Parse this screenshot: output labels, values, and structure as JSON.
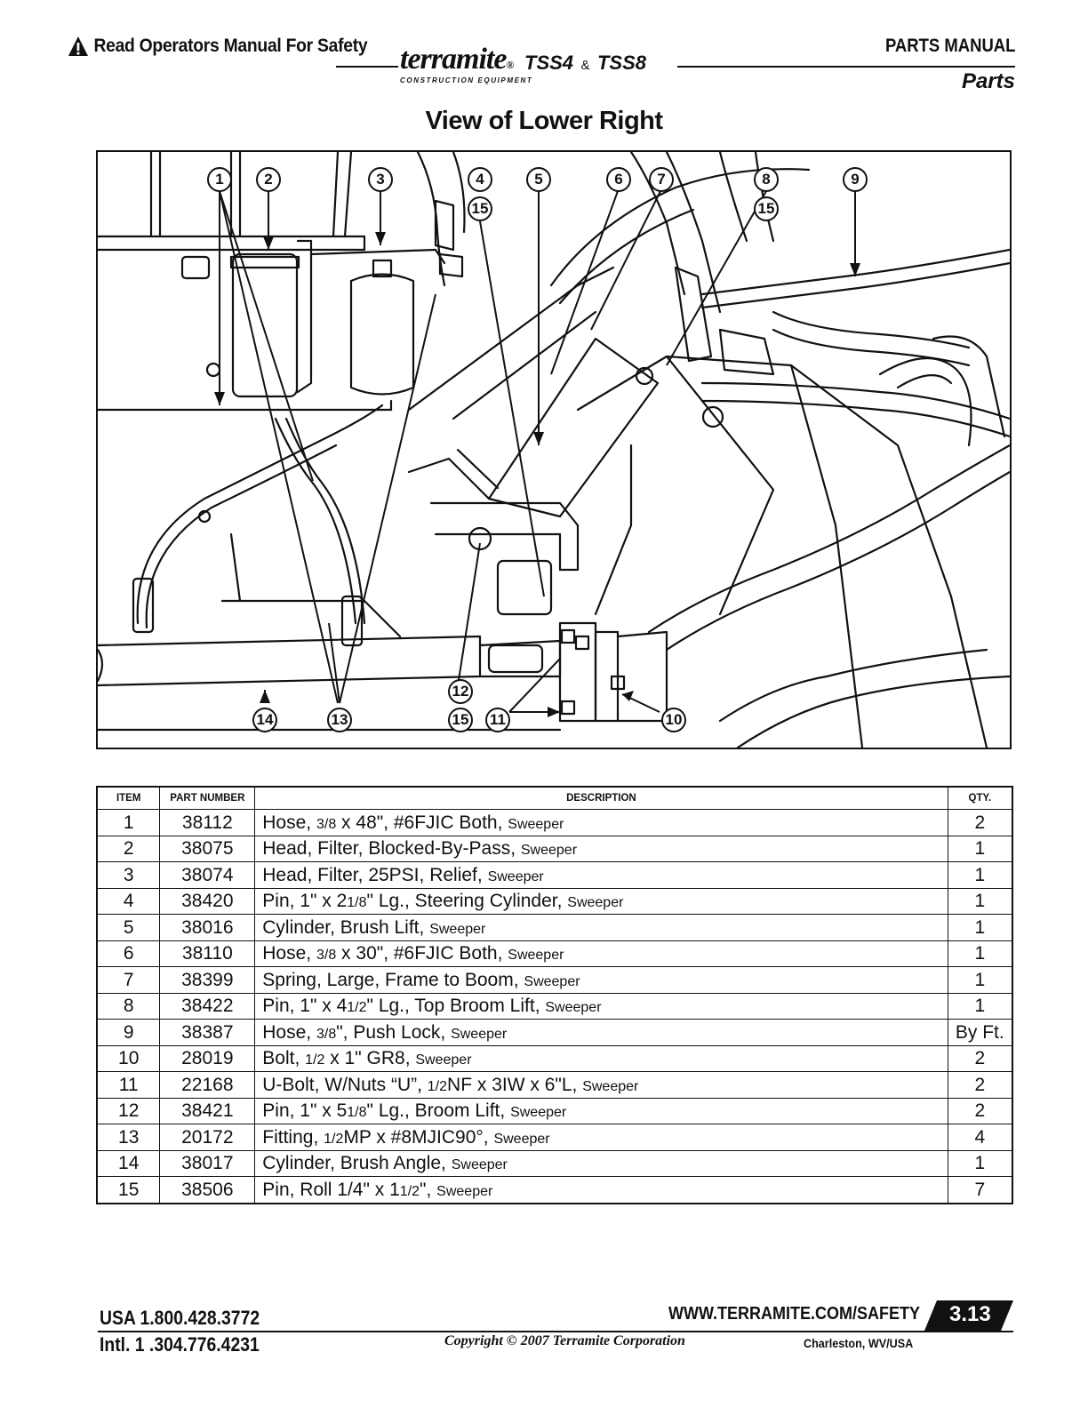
{
  "header": {
    "safety_text": "Read Operators Manual For Safety",
    "brand": "terramite",
    "registered": "®",
    "brand_sub": "CONSTRUCTION EQUIPMENT",
    "model_a": "TSS4",
    "model_sep": "&",
    "model_b": "TSS8",
    "manual_label": "PARTS MANUAL",
    "section_label": "Parts"
  },
  "title": "View of Lower Right",
  "callouts": [
    "1",
    "2",
    "3",
    "4",
    "15",
    "5",
    "6",
    "7",
    "8",
    "15",
    "9",
    "12",
    "14",
    "13",
    "15",
    "11",
    "10"
  ],
  "table": {
    "headers": [
      "ITEM",
      "PART NUMBER",
      "DESCRIPTION",
      "QTY."
    ],
    "rows": [
      {
        "item": "1",
        "part": "38112",
        "d1": "Hose, ",
        "f1": "3/8",
        "d2": " x 48\", #6FJIC Both, ",
        "sw": "Sweeper",
        "qty": "2"
      },
      {
        "item": "2",
        "part": "38075",
        "d1": "Head, Filter, Blocked-By-Pass, ",
        "f1": "",
        "d2": "",
        "sw": "Sweeper",
        "qty": "1"
      },
      {
        "item": "3",
        "part": "38074",
        "d1": "Head, Filter, 25PSI, Relief, ",
        "f1": "",
        "d2": "",
        "sw": "Sweeper",
        "qty": "1"
      },
      {
        "item": "4",
        "part": "38420",
        "d1": "Pin, 1\" x 2",
        "f1": "1/8",
        "d2": "\" Lg., Steering Cylinder, ",
        "sw": "Sweeper",
        "qty": "1"
      },
      {
        "item": "5",
        "part": "38016",
        "d1": "Cylinder, Brush Lift, ",
        "f1": "",
        "d2": "",
        "sw": "Sweeper",
        "qty": "1"
      },
      {
        "item": "6",
        "part": "38110",
        "d1": "Hose, ",
        "f1": "3/8",
        "d2": " x 30\", #6FJIC Both, ",
        "sw": "Sweeper",
        "qty": "1"
      },
      {
        "item": "7",
        "part": "38399",
        "d1": "Spring, Large, Frame to Boom, ",
        "f1": "",
        "d2": "",
        "sw": "Sweeper",
        "qty": "1"
      },
      {
        "item": "8",
        "part": "38422",
        "d1": "Pin, 1\" x 4",
        "f1": "1/2",
        "d2": "\" Lg., Top Broom Lift, ",
        "sw": "Sweeper",
        "qty": "1"
      },
      {
        "item": "9",
        "part": "38387",
        "d1": "Hose, ",
        "f1": "3/8",
        "d2": "\", Push Lock, ",
        "sw": "Sweeper",
        "qty": "By Ft."
      },
      {
        "item": "10",
        "part": "28019",
        "d1": "Bolt, ",
        "f1": "1/2",
        "d2": " x 1\" GR8, ",
        "sw": "Sweeper",
        "qty": "2"
      },
      {
        "item": "11",
        "part": "22168",
        "d1": "U-Bolt, W/Nuts “U”,  ",
        "f1": "1/2",
        "d2": "NF x 3IW  x 6\"L, ",
        "sw": "Sweeper",
        "qty": "2"
      },
      {
        "item": "12",
        "part": "38421",
        "d1": "Pin, 1\" x 5",
        "f1": "1/8",
        "d2": "\" Lg., Broom Lift, ",
        "sw": "Sweeper",
        "qty": "2"
      },
      {
        "item": "13",
        "part": "20172",
        "d1": "Fitting, ",
        "f1": "1/2",
        "d2": "MP x #8MJIC90°, ",
        "sw": "Sweeper",
        "qty": "4"
      },
      {
        "item": "14",
        "part": "38017",
        "d1": "Cylinder, Brush Angle, ",
        "f1": "",
        "d2": "",
        "sw": "Sweeper",
        "qty": "1"
      },
      {
        "item": "15",
        "part": "38506",
        "d1": "Pin, Roll 1/4\" x 1",
        "f1": "1/2",
        "d2": "\", ",
        "sw": "Sweeper",
        "qty": "7"
      }
    ]
  },
  "footer": {
    "usa_phone": "USA  1.800.428.3772",
    "intl_phone": "Intl.  1 .304.776.4231",
    "website": "WWW.TERRAMITE.COM/SAFETY",
    "page_number": "3.13",
    "copyright": "Copyright © 2007 Terramite Corporation",
    "location": "Charleston, WV/USA"
  }
}
